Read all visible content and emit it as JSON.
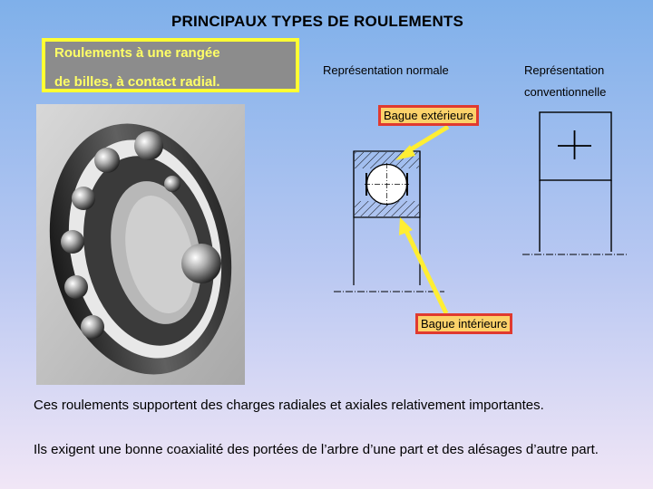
{
  "title": "PRINCIPAUX TYPES DE ROULEMENTS",
  "type_box": {
    "line1": "Roulements à une rangée",
    "line2": "de billes, à contact radial."
  },
  "representations": {
    "normal": "Représentation normale",
    "conventional_line1": "Représentation",
    "conventional_line2": "conventionnelle"
  },
  "callouts": {
    "outer_ring": "Bague extérieure",
    "inner_ring": "Bague intérieure"
  },
  "paragraphs": [
    "Ces roulements supportent des charges radiales et axiales relativement importantes.",
    "Ils exigent une bonne coaxialité  des portées de l’arbre d’une part et des alésages d’autre part."
  ],
  "colors": {
    "box_border": "#ffff33",
    "box_fill": "#8c8c8c",
    "box_text": "#ffff66",
    "callout_fill": "#fcd26a",
    "callout_border": "#e03a2f",
    "arrow": "#ffee33"
  }
}
